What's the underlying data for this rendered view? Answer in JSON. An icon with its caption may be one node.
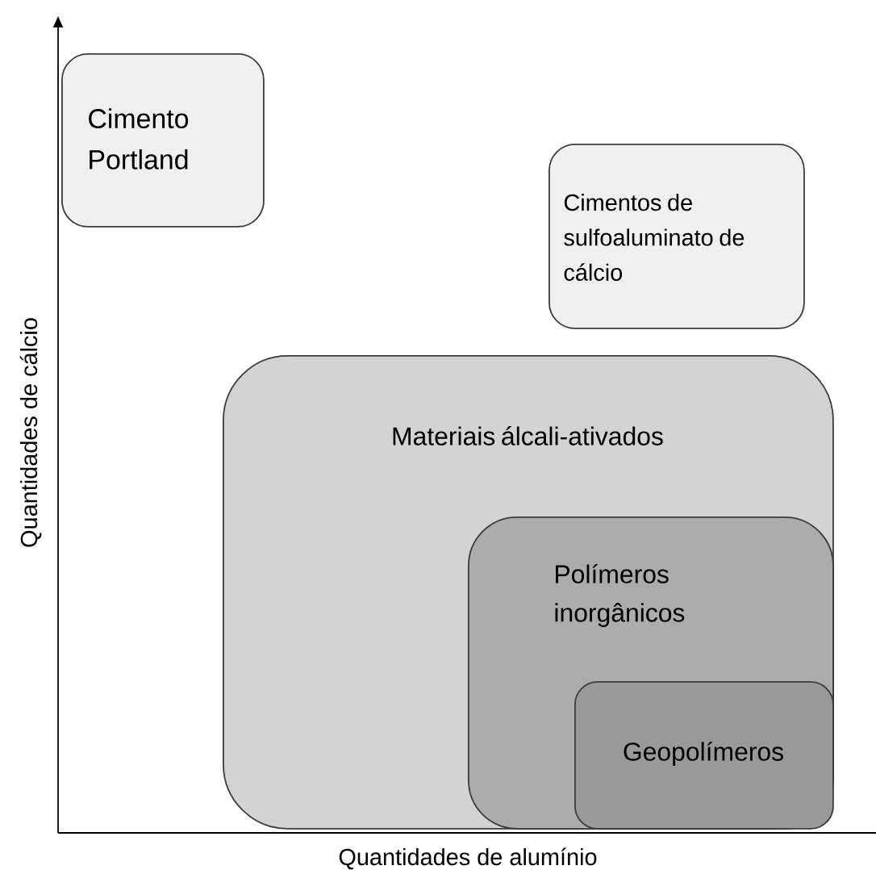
{
  "diagram": {
    "nodes": [
      {
        "text": [
          "Cimento Portland"
        ]
      },
      {
        "text": [
          "Cimentos de sulfoaluminato de cálcio"
        ]
      },
      {
        "text": [
          "Materiais álcali-ativados"
        ]
      },
      {
        "text": [
          "Polímeros inorgânicos"
        ],
        "in": 2
      },
      {
        "text": [
          "Geopolímeros"
        ],
        "in": 3
      }
    ],
    "labels": [
      "Quantidades de cálcio",
      "Quantidades de alumínio"
    ]
  }
}
